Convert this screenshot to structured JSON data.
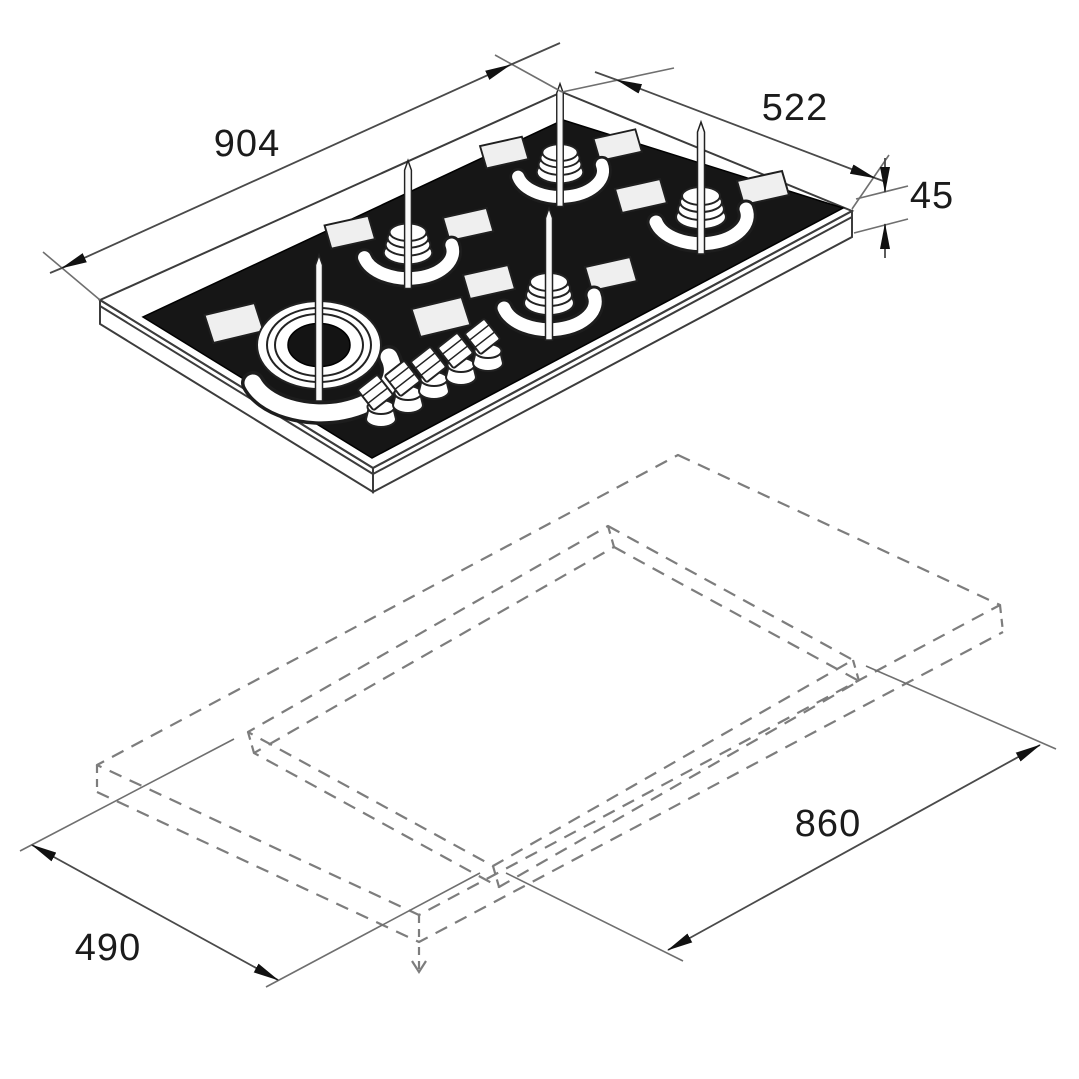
{
  "colors": {
    "background": "#ffffff",
    "glass_surface": "#161616",
    "body_surface": "#ffffff",
    "outline": "#3c3c3c",
    "dashed_line": "#7d7d7d",
    "dimension_text": "#1b1b1b",
    "arrowhead": "#111111"
  },
  "hob_view": {
    "burner_count": 5,
    "knob_count": 5,
    "dimensions": {
      "width_mm": "904",
      "depth_mm": "522",
      "height_mm": "45"
    }
  },
  "cutout_view": {
    "dimensions": {
      "length_mm": "860",
      "width_mm": "490"
    }
  }
}
